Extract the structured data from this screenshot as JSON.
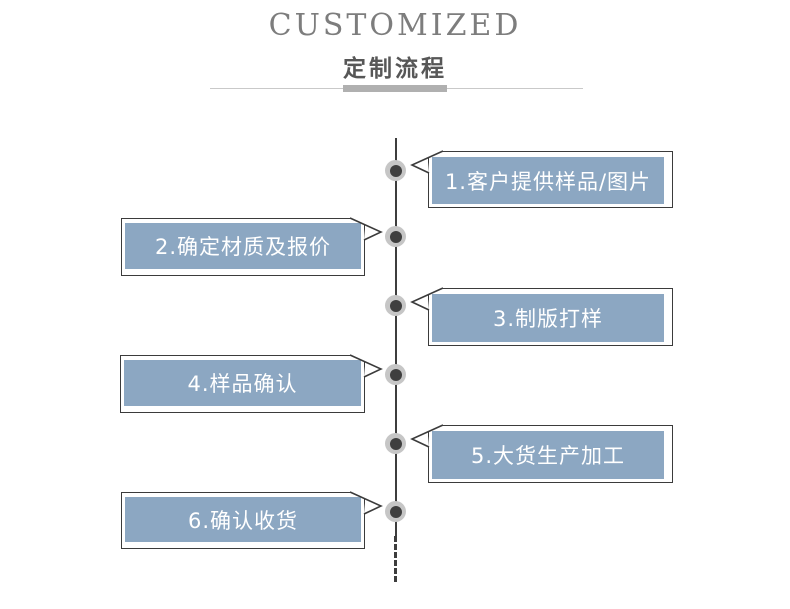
{
  "header": {
    "title": "CUSTOMIZED",
    "subtitle": "定制流程"
  },
  "steps": [
    {
      "label": "1.客户提供样品/图片",
      "side": "right"
    },
    {
      "label": "2.确定材质及报价",
      "side": "left"
    },
    {
      "label": "3.制版打样",
      "side": "right"
    },
    {
      "label": "4.样品确认",
      "side": "left"
    },
    {
      "label": "5.大货生产加工",
      "side": "right"
    },
    {
      "label": "6.确认收货",
      "side": "left"
    }
  ],
  "colors": {
    "box_fill": "#8CA7C2",
    "box_border": "#3B3B3B",
    "box_text": "#FFFFFF",
    "timeline_line": "#3D3D3D",
    "dot_inner": "#3F3F3F",
    "dot_ring": "#C6C6C6",
    "divider_thin": "#C9C9C9",
    "divider_thick": "#B0B0B0",
    "title_text": "#7D7D7D",
    "subtitle_text": "#575757"
  }
}
